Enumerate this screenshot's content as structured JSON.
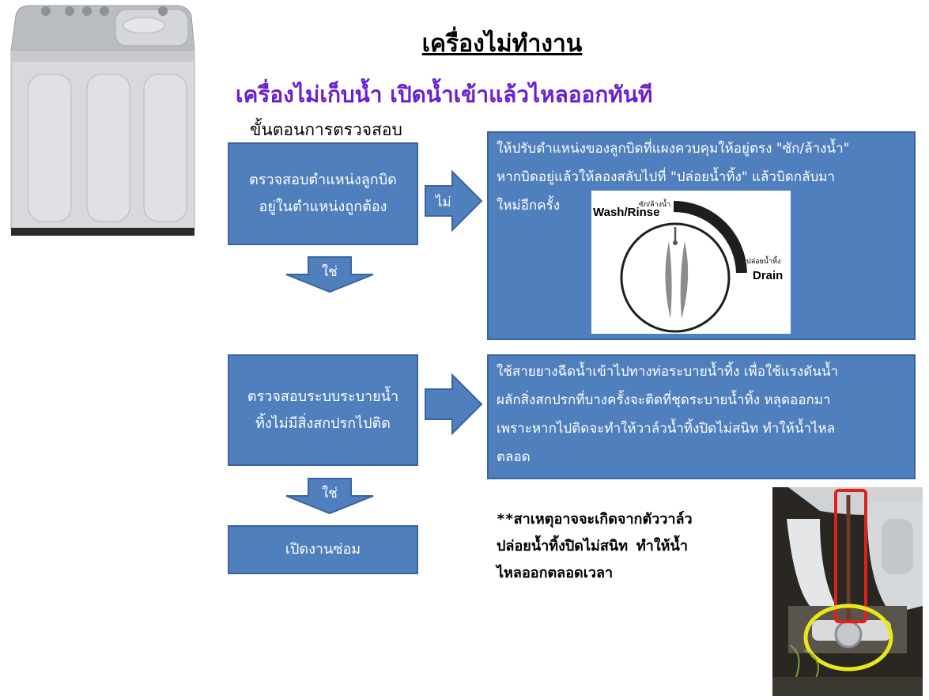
{
  "title": "เครื่องไม่ทำงาน",
  "subtitle": "เครื่องไม่เก็บน้ำ เปิดน้ำเข้าแล้วไหลออกทันที",
  "steps_label": "ขั้นตอนการตรวจสอบ",
  "step1": {
    "line1": "ตรวจสอบตำแหน่งลูกบิด",
    "line2": "อยู่ในตำแหน่งถูกต้อง"
  },
  "arrow_no_label": "ไม่",
  "arrow_yes_label_1": "ใช่",
  "arrow_yes_label_2": "ใช่",
  "fix1": {
    "line1": "ให้ปรับตำแหน่งของลูกบิดที่แผงควบคุมให้อยู่ตรง \"ซัก/ล้างน้ำ\"",
    "line2": "หากบิดอยู่แล้วให้ลองสลับไปที่ \"ปล่อยน้ำทิ้ง\" แล้วบิดกลับมา",
    "line3": "ใหม่อีกครั้ง"
  },
  "dial": {
    "wash_thai": "ซัก/ล้างน้ำ",
    "wash_en": "Wash/Rinse",
    "drain_thai": "ปล่อยน้ำทิ้ง",
    "drain_en": "Drain"
  },
  "step2": {
    "line1": "ตรวจสอบระบบระบายน้ำ",
    "line2": "ทิ้งไม่มีสิ่งสกปรกไปติด"
  },
  "fix2": {
    "line1": "ใช้สายยางฉีดน้ำเข้าไปทางท่อระบายน้ำทิ้ง  เพื่อใช้แรงดันน้ำ",
    "line2": "ผลักสิ่งสกปรกที่บางครั้งจะติดที่ชุดระบายน้ำทิ้ง หลุดออกมา",
    "line3": "เพราะหากไปติดจะทำให้วาล์วน้ำทิ้งปิดไม่สนิท ทำให้น้ำไหล",
    "line4": "ตลอด"
  },
  "step3": "เปิดงานซ่อม",
  "note": {
    "line1": "**สาเหตุอาจจะเกิดจากตัววาล์ว",
    "line2": "ปล่อยน้ำทิ้งปิดไม่สนิท ทำให้น้ำ",
    "line3": "ไหลออกตลอดเวลา"
  },
  "colors": {
    "box_fill": "#4f7fbd",
    "box_border": "#3b64a0",
    "subtitle": "#6a1fd0",
    "highlight_red": "#e0201a",
    "highlight_yellow": "#e8e81a"
  }
}
